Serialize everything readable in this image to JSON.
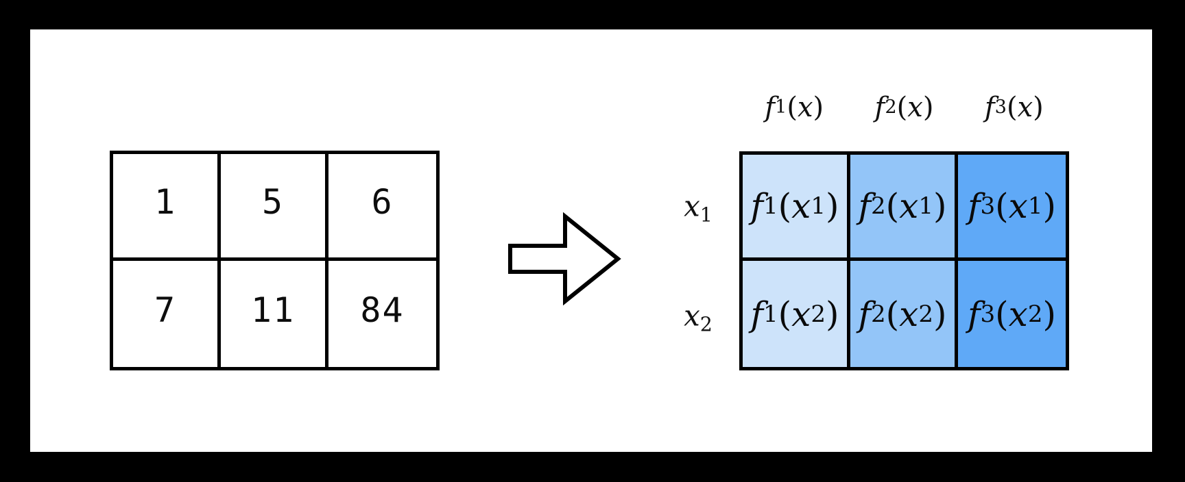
{
  "diagram": {
    "description_colors": {
      "frame_bg": "#000000",
      "panel_bg": "#ffffff",
      "line_color": "#000000"
    }
  },
  "input_table": {
    "rows": [
      [
        "1",
        "5",
        "6"
      ],
      [
        "7",
        "11",
        "84"
      ]
    ]
  },
  "arrow": {
    "icon": "arrow-right-icon",
    "direction": "right"
  },
  "feature_table": {
    "column_headers": [
      "f_1(x)",
      "f_2(x)",
      "f_3(x)"
    ],
    "row_labels": [
      "x_1",
      "x_2"
    ],
    "cells": [
      [
        "f_1(x_1)",
        "f_2(x_1)",
        "f_3(x_1)"
      ],
      [
        "f_1(x_2)",
        "f_2(x_2)",
        "f_3(x_2)"
      ]
    ],
    "column_colors": [
      "#CDE3FA",
      "#93C5F8",
      "#5FA9F7"
    ]
  }
}
